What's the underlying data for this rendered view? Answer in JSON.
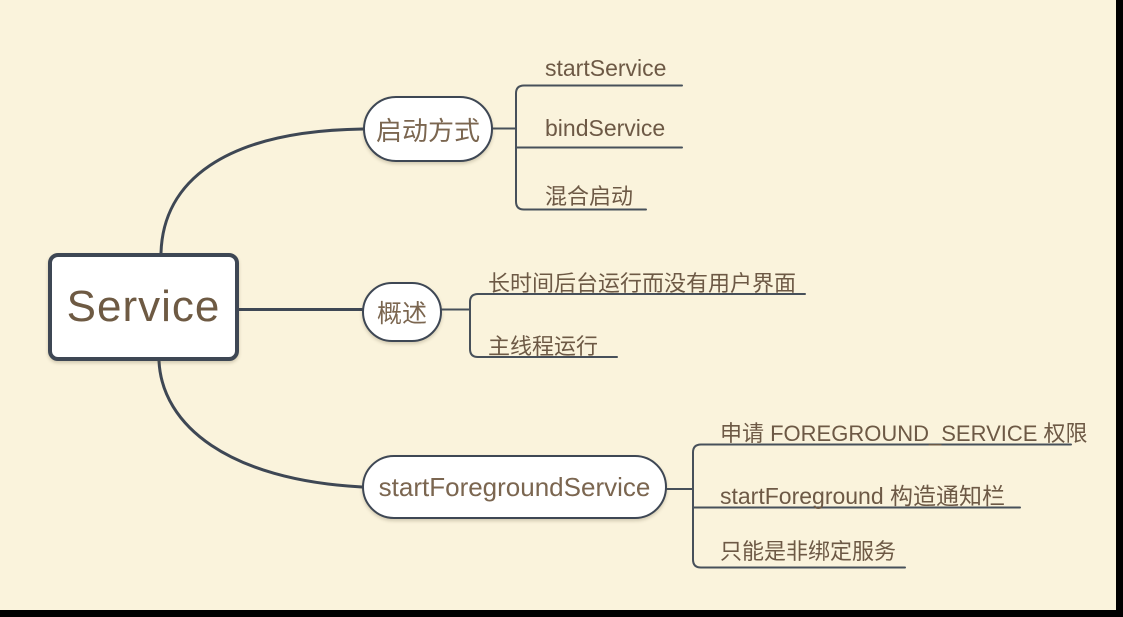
{
  "window": {
    "frame_color": "#000000",
    "canvas_color": "#FAF3DC"
  },
  "colors": {
    "node_fill": "#FFFFFF",
    "connector_line": "#3E4754",
    "underline": "#47505A",
    "root_text": "#6E5A43",
    "topic_text": "#7B6650",
    "leaf_text": "#6D5945"
  },
  "mindmap": {
    "root": {
      "label": "Service"
    },
    "branches": [
      {
        "label": "启动方式",
        "children": [
          {
            "label": "startService"
          },
          {
            "label": "bindService"
          },
          {
            "label": "混合启动"
          }
        ]
      },
      {
        "label": "概述",
        "children": [
          {
            "label": "长时间后台运行而没有用户界面"
          },
          {
            "label": "主线程运行"
          }
        ]
      },
      {
        "label": "startForegroundService",
        "children": [
          {
            "label": "申请 FOREGROUND_SERVICE 权限"
          },
          {
            "label": "startForeground 构造通知栏"
          },
          {
            "label": "只能是非绑定服务"
          }
        ]
      }
    ]
  }
}
